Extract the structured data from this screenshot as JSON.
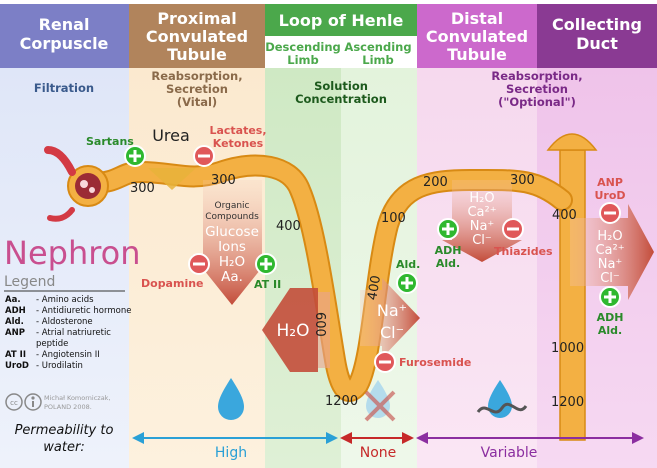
{
  "sections": [
    {
      "key": "renal",
      "title_lines": [
        "Renal",
        "Corpuscle"
      ],
      "function_lines": [
        "Filtration"
      ]
    },
    {
      "key": "proximal",
      "title_lines": [
        "Proximal",
        "Convulated",
        "Tubule"
      ],
      "function_lines": [
        "Reabsorption,",
        "Secretion",
        "(Vital)"
      ]
    },
    {
      "key": "loop",
      "title_lines": [
        "Loop of Henle"
      ],
      "sub_left_lines": [
        "Descending",
        "Limb"
      ],
      "sub_right_lines": [
        "Ascending",
        "Limb"
      ],
      "function_lines": [
        "Solution",
        "Concentration"
      ]
    },
    {
      "key": "distal",
      "title_lines": [
        "Distal",
        "Convulated",
        "Tubule"
      ]
    },
    {
      "key": "collecting",
      "title_lines": [
        "Collecting",
        "Duct"
      ],
      "function_lines": [
        "Reabsorption,",
        "Secretion",
        "(\"Optional\")"
      ]
    }
  ],
  "osmolarity": {
    "renal": "300",
    "prox_a": "300",
    "prox_b": "400",
    "desc": "600",
    "bottom": "1200",
    "asc_a": "400",
    "asc_b": "100",
    "dist_a": "200",
    "dist_b": "300",
    "cd_a": "400",
    "cd_b": "1000",
    "cd_c": "1200"
  },
  "solutes": {
    "urea": "Urea",
    "organic_lines": [
      "Organic",
      "Compounds"
    ],
    "prox_list": [
      "Glucose",
      "Ions",
      "H₂O",
      "Aa."
    ],
    "desc_water": "H₂O",
    "asc_na": "Na⁺",
    "asc_cl": "Cl⁻",
    "dist_list": [
      "H₂O",
      "Ca²⁺",
      "Na⁺",
      "Cl⁻"
    ],
    "cd_list": [
      "H₂O",
      "Ca²⁺",
      "Na⁺",
      "Cl⁻"
    ]
  },
  "drugs": {
    "sartans": "Sartans",
    "lactates_lines": [
      "Lactates,",
      "Ketones"
    ],
    "dopamine": "Dopamine",
    "at2": "AT II",
    "ald_asc": "Ald.",
    "furosemide": "Furosemide",
    "adh_ald_dist_lines": [
      "ADH",
      "Ald."
    ],
    "thiazides": "Thiazides",
    "anp_lines": [
      "ANP",
      "UroD"
    ],
    "adh_ald_cd_lines": [
      "ADH",
      "Ald."
    ]
  },
  "nephron_title": "Nephron",
  "legend": {
    "title": "Legend",
    "items": [
      {
        "abbr": "Aa.",
        "desc_lines": [
          "- Amino acids"
        ]
      },
      {
        "abbr": "ADH",
        "desc_lines": [
          "- Antidiuretic hormone"
        ]
      },
      {
        "abbr": "Ald.",
        "desc_lines": [
          "- Aldosterone"
        ]
      },
      {
        "abbr": "ANP",
        "desc_lines": [
          "- Atrial natriuretic",
          "  peptide"
        ]
      },
      {
        "abbr": "AT II",
        "desc_lines": [
          "- Angiotensin II"
        ]
      },
      {
        "abbr": "UroD",
        "desc_lines": [
          "- Urodilatin"
        ]
      }
    ]
  },
  "credit_lines": [
    "Michał Komorniczak,",
    "POLAND 2008."
  ],
  "permeability": {
    "label_lines": [
      "Permeability to",
      "water:"
    ],
    "high": "High",
    "none": "None",
    "variable": "Variable"
  },
  "colors": {
    "renal": "#7c7fc6",
    "proximal": "#b1845c",
    "loop": "#4ba84b",
    "distal": "#cc69cc",
    "collecting": "#8a3a93",
    "tube": "#f3b043",
    "tube_edge": "#d88a14",
    "plus": "#2fb82f",
    "minus": "#e0585a",
    "arrow": "#c34c3a",
    "water_drop": "#3aa7dd",
    "high": "#2aa0d6",
    "none": "#c62929",
    "variable": "#8b2ea0"
  }
}
